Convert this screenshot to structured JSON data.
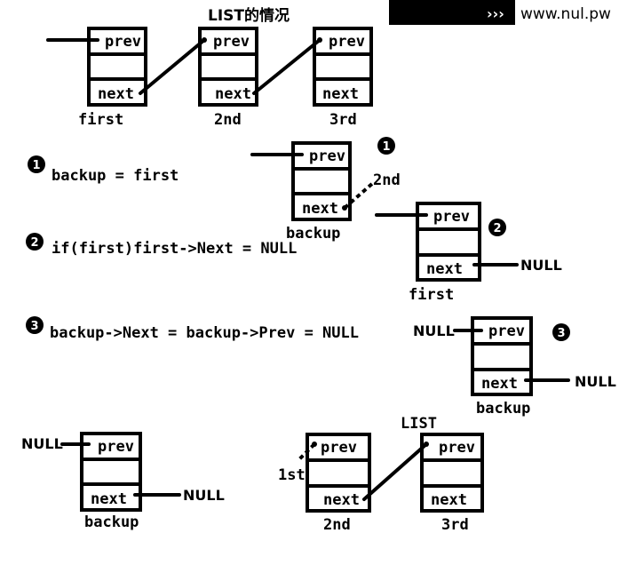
{
  "header": {
    "title": "LIST的情况",
    "watermark_arrows": "›››",
    "watermark_url": "www.nul.pw"
  },
  "fields": {
    "prev": "prev",
    "next": "next"
  },
  "nodes_top": [
    "first",
    "2nd",
    "3rd"
  ],
  "steps": [
    {
      "badge": "1",
      "code": "backup = first"
    },
    {
      "badge": "2",
      "code": "if(first)first->Next = NULL"
    },
    {
      "badge": "3",
      "code": "backup->Next = backup->Prev = NULL"
    }
  ],
  "labels": {
    "backup": "backup",
    "first": "first",
    "second": "2nd",
    "third": "3rd",
    "first_short": "1st",
    "null": "NULL",
    "list": "LIST"
  }
}
